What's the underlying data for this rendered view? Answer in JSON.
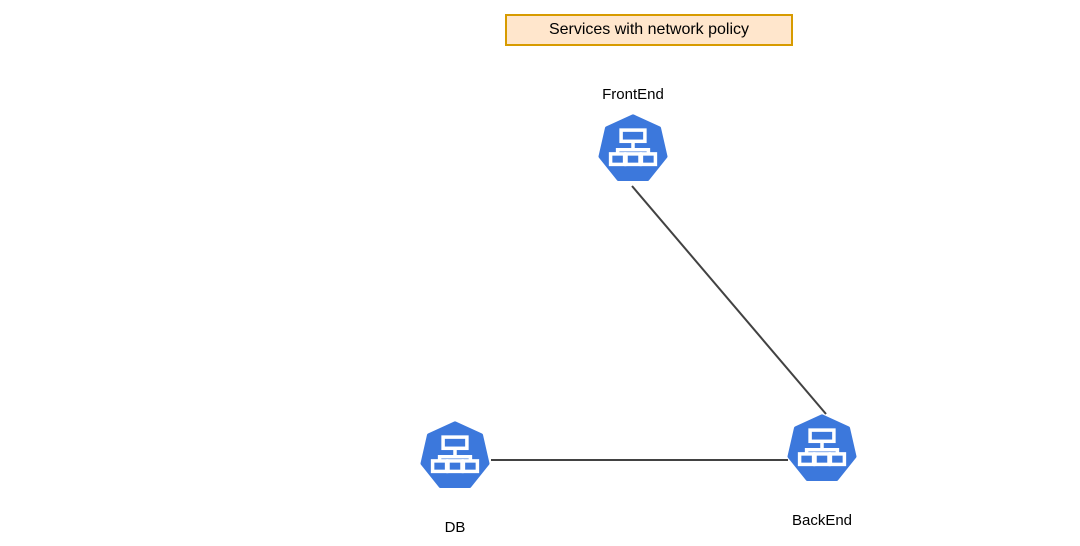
{
  "diagram": {
    "background": "#ffffff",
    "title_box": {
      "label": "Services with network policy",
      "fill": "#ffe6cc",
      "border": "#d79b00",
      "text_color": "#000000"
    },
    "nodes": [
      {
        "id": "frontend",
        "label": "FrontEnd",
        "icon": "kubernetes-service-icon",
        "label_position": "above"
      },
      {
        "id": "db",
        "label": "DB",
        "icon": "kubernetes-service-icon",
        "label_position": "below"
      },
      {
        "id": "backend",
        "label": "BackEnd",
        "icon": "kubernetes-service-icon",
        "label_position": "below"
      }
    ],
    "edges": [
      {
        "from": "frontend",
        "to": "backend",
        "points": [
          632,
          186,
          826,
          414
        ]
      },
      {
        "from": "db",
        "to": "backend",
        "points": [
          491,
          460,
          788,
          460
        ]
      }
    ],
    "colors": {
      "icon_blue": "#3c78dc",
      "icon_glyph": "#ffffff",
      "edge": "#424242"
    }
  }
}
